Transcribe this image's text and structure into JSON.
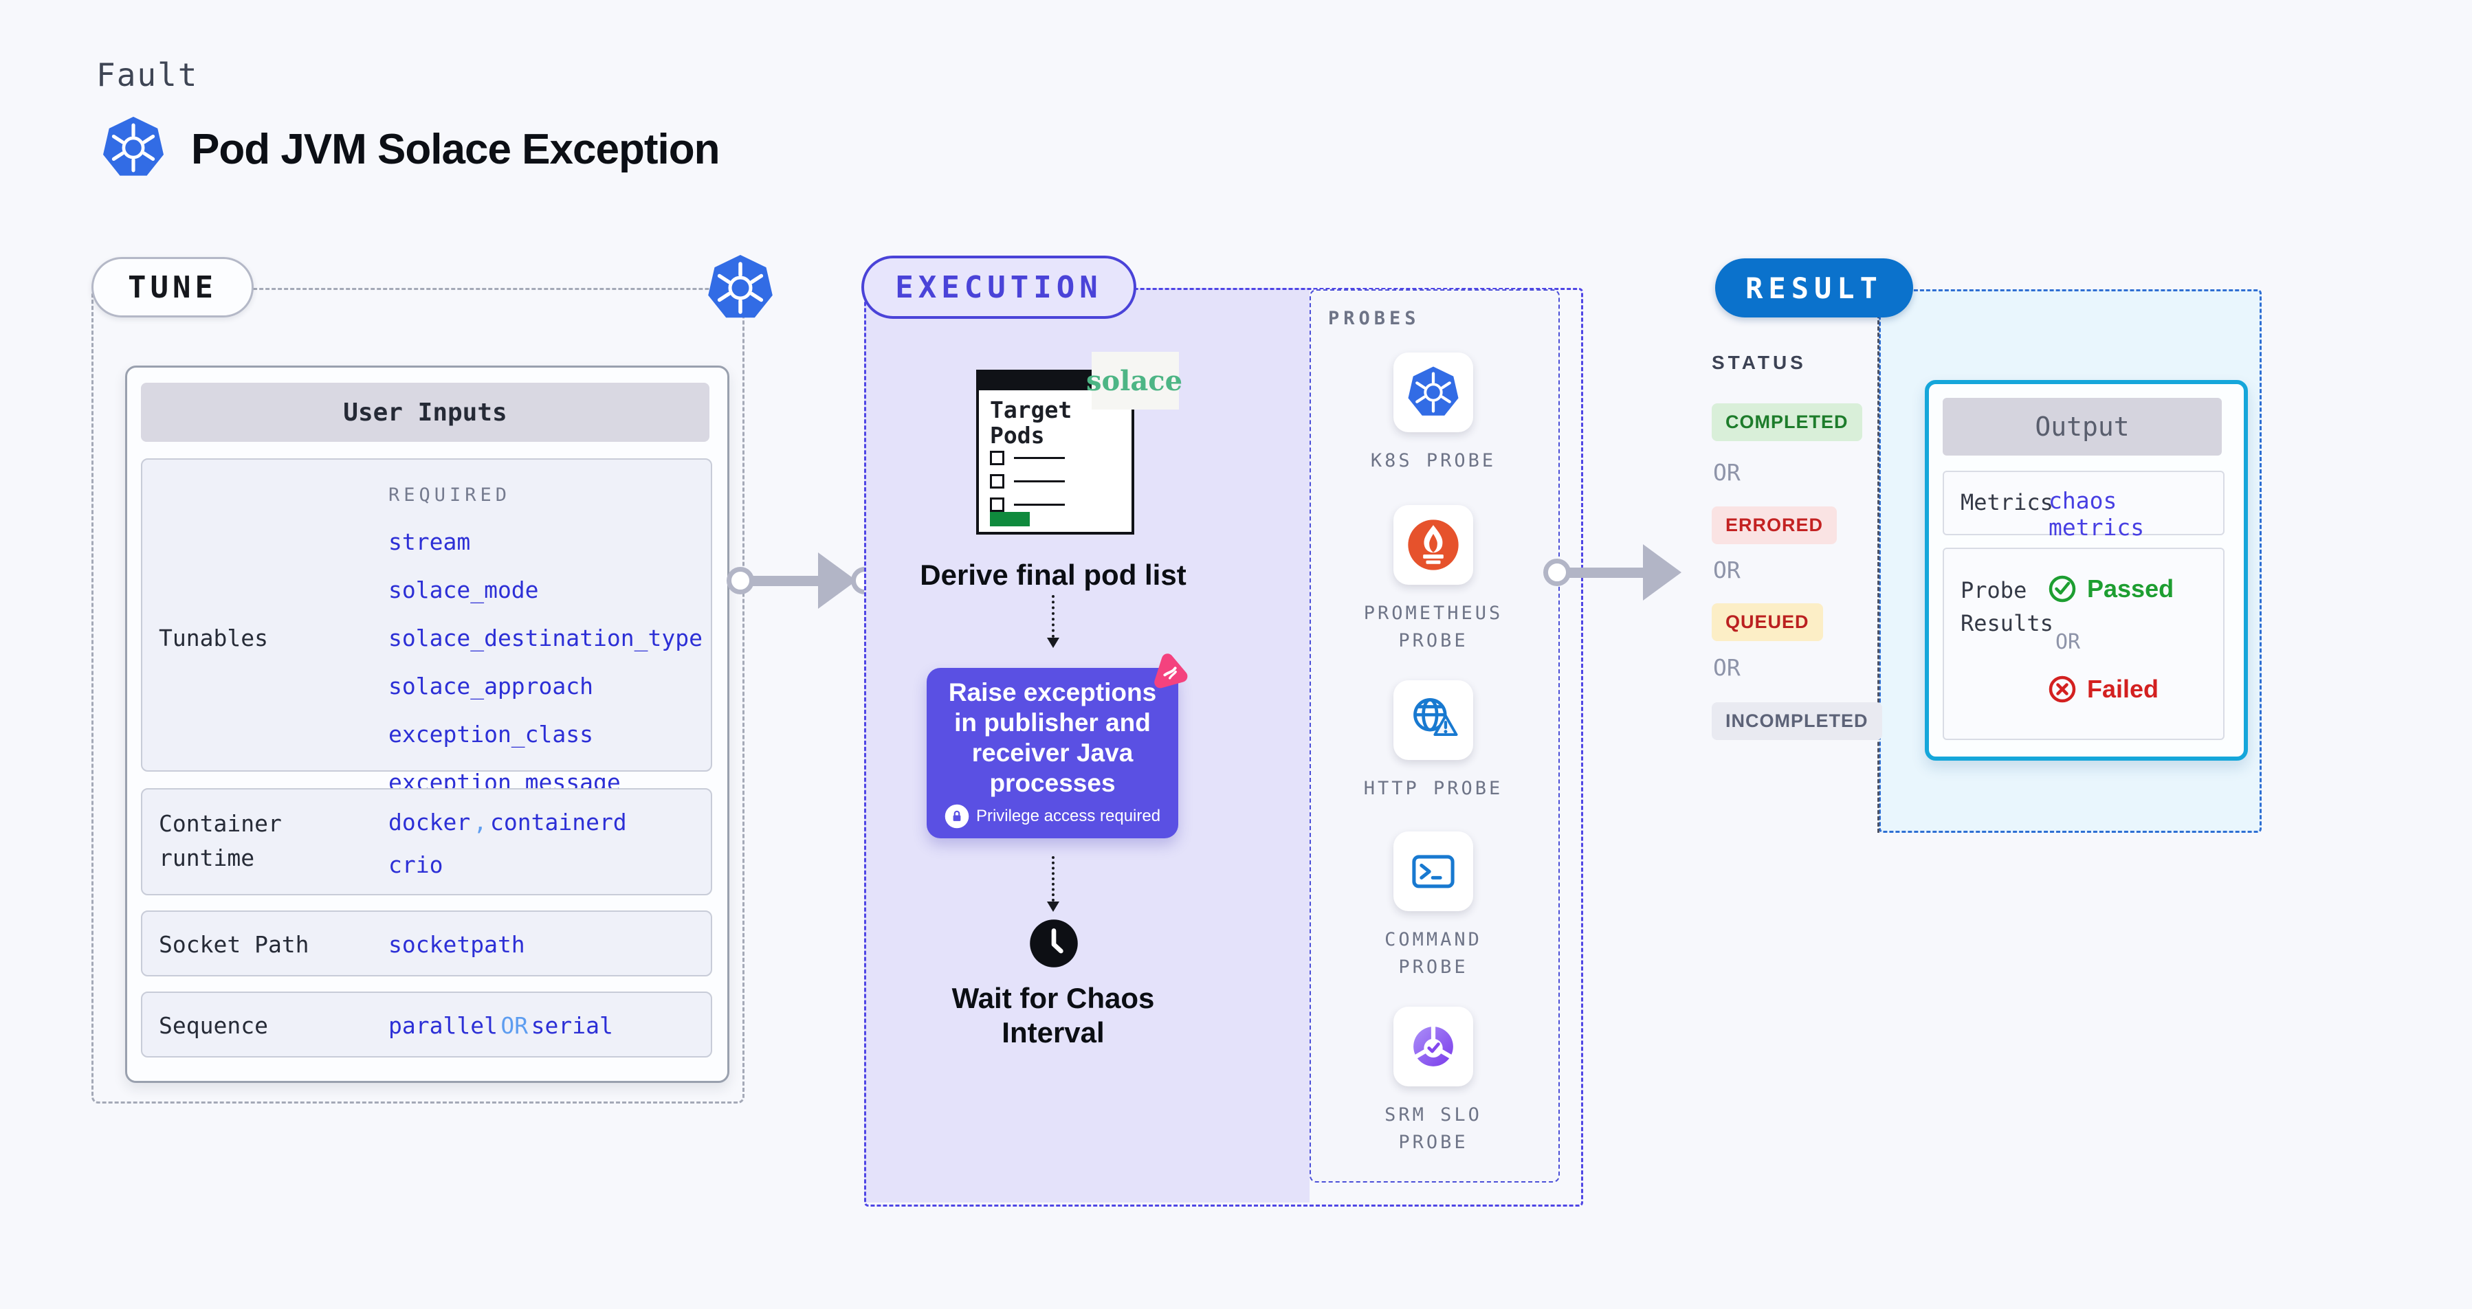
{
  "header": {
    "kicker": "Fault",
    "title": "Pod JVM Solace Exception"
  },
  "tune": {
    "badge_label": "TUNE",
    "user_inputs_title": "User Inputs",
    "tunables_label": "Tunables",
    "required_label": "REQUIRED",
    "tunable_items": [
      "stream",
      "solace_mode",
      "solace_destination_type",
      "solace_approach",
      "exception_class",
      "exception_message"
    ],
    "container_runtime_label_lines": [
      "Container",
      "runtime"
    ],
    "runtime_values": [
      "docker",
      "containerd",
      "crio"
    ],
    "runtime_separator": ",",
    "socket_path_label": "Socket Path",
    "socket_path_value": "socketpath",
    "sequence_label": "Sequence",
    "sequence_value_1": "parallel",
    "sequence_or": "OR",
    "sequence_value_2": "serial"
  },
  "execution": {
    "badge_label": "EXECUTION",
    "target_pods_lines": [
      "Target",
      "Pods"
    ],
    "solace_logo": "solace",
    "derive_label": "Derive final pod list",
    "action_lines": [
      "Raise exceptions",
      "in publisher and",
      "receiver Java",
      "processes"
    ],
    "privilege_label": "Privilege access required",
    "wait_lines": [
      "Wait for Chaos",
      "Interval"
    ],
    "probes_title": "PROBES",
    "probes": [
      {
        "icon": "kubernetes-icon",
        "lines": [
          "K8S PROBE"
        ]
      },
      {
        "icon": "prometheus-icon",
        "lines": [
          "PROMETHEUS",
          "PROBE"
        ]
      },
      {
        "icon": "http-globe-icon",
        "lines": [
          "HTTP PROBE"
        ]
      },
      {
        "icon": "command-terminal-icon",
        "lines": [
          "COMMAND",
          "PROBE"
        ]
      },
      {
        "icon": "srm-slo-icon",
        "lines": [
          "SRM SLO",
          "PROBE"
        ]
      }
    ]
  },
  "result": {
    "badge_label": "RESULT",
    "status_title": "STATUS",
    "or_label": "OR",
    "status_badges": [
      {
        "label": "COMPLETED",
        "bg": "#d9efd9",
        "color": "#1d7c2b"
      },
      {
        "label": "ERRORED",
        "bg": "#fae3e3",
        "color": "#c32222"
      },
      {
        "label": "QUEUED",
        "bg": "#fceec6",
        "color": "#bb2020"
      },
      {
        "label": "INCOMPLETED",
        "bg": "#e9eaf1",
        "color": "#5c6277"
      }
    ],
    "output_title": "Output",
    "metrics_label": "Metrics",
    "metrics_value": "chaos metrics",
    "probe_results_lines": [
      "Probe",
      "Results"
    ],
    "passed_label": "Passed",
    "failed_label": "Failed"
  },
  "colors": {
    "page_bg": "#f7f8fc",
    "kubernetes_blue": "#326ce5",
    "tune_dash_gray": "#a4a9b7",
    "execution_indigo": "#4f46e5",
    "execution_fill": "#e4e2fa",
    "action_purple": "#5a50e3",
    "litmus_pink": "#f4427e",
    "solace_green": "#4db585",
    "prometheus_orange": "#e6522c",
    "probe_icon_blue": "#1879d0",
    "result_blue": "#0b72cc",
    "result_fill": "#e9f6fd",
    "output_border_cyan": "#15a6da",
    "value_blue": "#2c2fd6",
    "value_light_blue": "#5d9df0",
    "passed_green": "#1d9e31",
    "failed_red": "#d32020"
  }
}
